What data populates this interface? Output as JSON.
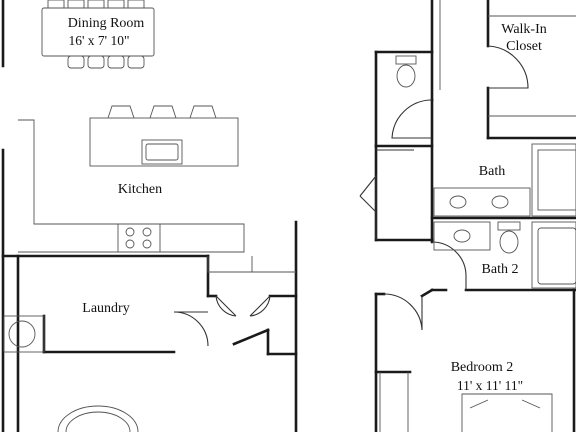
{
  "rooms": {
    "dining": {
      "name": "Dining Room",
      "size": "16' x 7' 10\""
    },
    "kitchen": {
      "name": "Kitchen"
    },
    "laundry": {
      "name": "Laundry"
    },
    "walk_in_closet": {
      "line1": "Walk-In",
      "line2": "Closet"
    },
    "bath": {
      "name": "Bath"
    },
    "bath2": {
      "name": "Bath 2"
    },
    "bedroom2": {
      "name": "Bedroom 2",
      "size": "11' x 11' 11\""
    }
  }
}
